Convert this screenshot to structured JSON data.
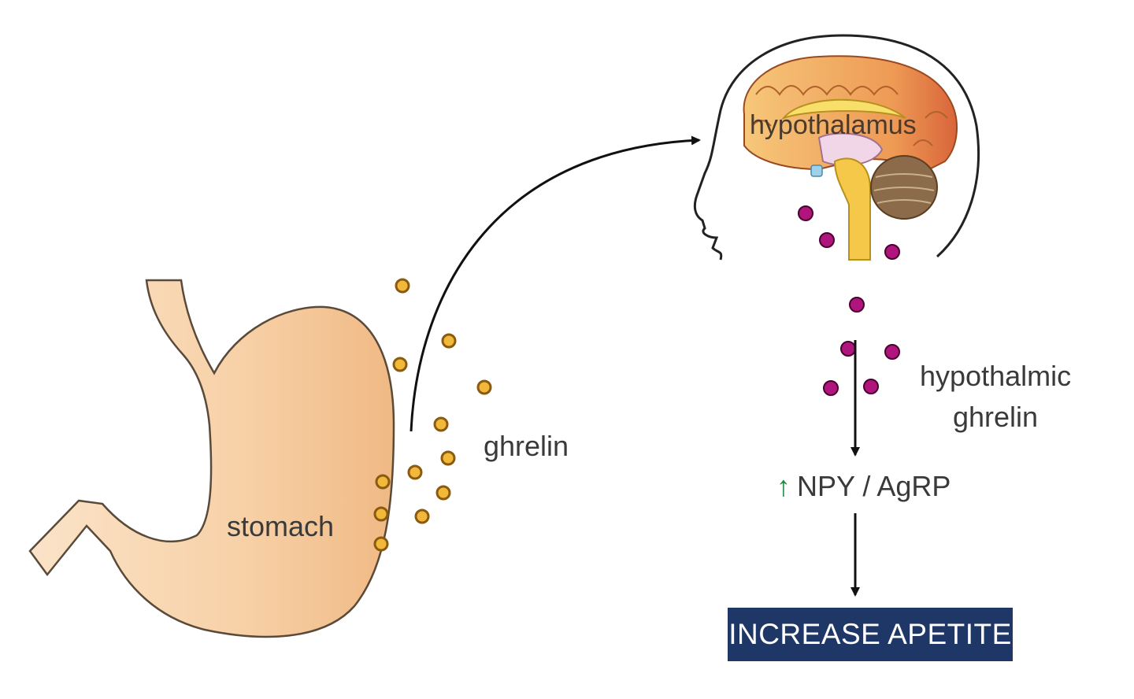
{
  "labels": {
    "stomach": "stomach",
    "ghrelin": "ghrelin",
    "hypothalmic_ghrelin_line1": "hypothalmic",
    "hypothalmic_ghrelin_line2": "ghrelin",
    "hypothalamus": "hypothalamus",
    "npy_up_arrow": "↑",
    "npy": "NPY / AgRP",
    "outcome": "INCREASE APETITE"
  },
  "colors": {
    "stomach_fill": "#f6cfa5",
    "ghrelin_dot": "#f2b83a",
    "hypothalamic_dot": "#b0157e",
    "outcome_box": "#1f3766",
    "up_arrow": "#1a8a3a"
  }
}
